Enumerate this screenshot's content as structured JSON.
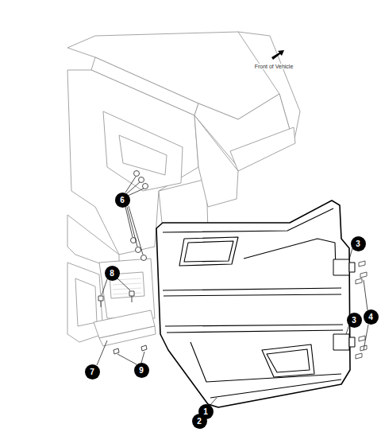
{
  "diagram": {
    "labels": [
      "Front of Vehicle",
      "6",
      "3",
      "3",
      "4",
      "8",
      "7",
      "9",
      "1",
      "2"
    ]
  }
}
